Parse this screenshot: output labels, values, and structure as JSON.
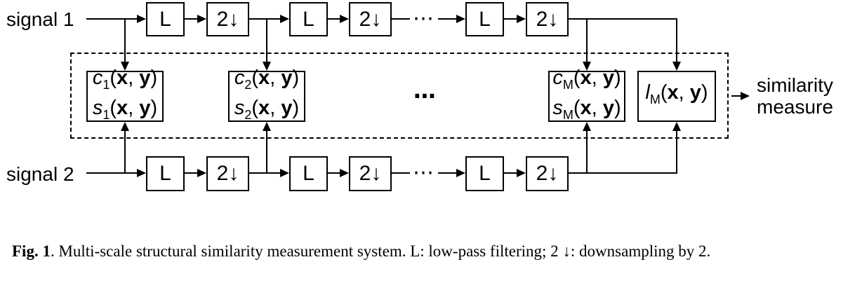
{
  "figure": {
    "signal1": "signal 1",
    "signal2": "signal 2",
    "block_lowpass": "L",
    "block_downsample": "2↓",
    "row_ellipsis": "⋯",
    "center_ellipsis": "⋯",
    "output_line1": "similarity",
    "output_line2": "measure",
    "math": {
      "open": "(",
      "x": "x",
      "comma": ", ",
      "y": "y",
      "close": ")",
      "boxes": [
        {
          "f1": "c",
          "s1": "1",
          "f2": "s",
          "s2": "1"
        },
        {
          "f1": "c",
          "s1": "2",
          "f2": "s",
          "s2": "2"
        },
        {
          "f1": "c",
          "s1": "M",
          "f2": "s",
          "s2": "M"
        },
        {
          "f1": "l",
          "s1": "M"
        }
      ]
    }
  },
  "caption": {
    "label": "Fig. 1",
    "text": ". Multi-scale structural similarity measurement system. L: low-pass filtering; 2 ↓: downsampling by 2."
  }
}
